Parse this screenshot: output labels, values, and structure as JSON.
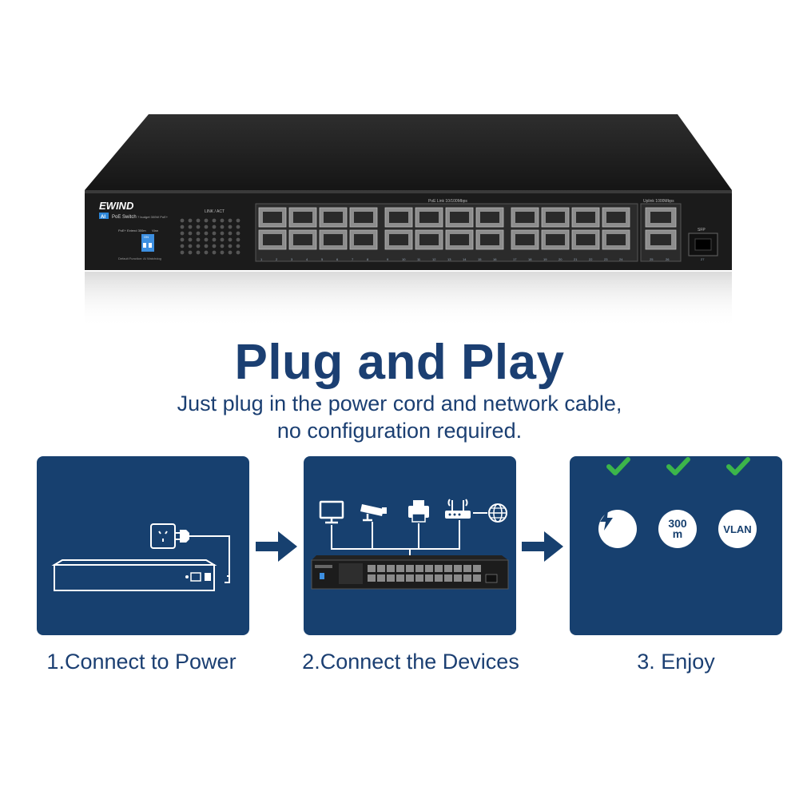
{
  "product": {
    "brand": "EWIND",
    "model_badge": "AI",
    "model_line": "PoE Switch",
    "budget_text": "? budget 300W PoE+",
    "switch_left_label": "PoE+  Extend 300m",
    "switch_right_label": "Vlan",
    "switch_on_label": "ON",
    "default_label": "Default Function: AI Watchdog",
    "led_header": "LINK / ACT",
    "poe_header": "PoE Link 10/100Mbps",
    "uplink_header": "Uplink 1000Mbps",
    "sfp_label": "SFP",
    "port_numbers": [
      "1",
      "2",
      "3",
      "4",
      "5",
      "6",
      "7",
      "8",
      "9",
      "10",
      "11",
      "12",
      "13",
      "14",
      "15",
      "16",
      "17",
      "18",
      "19",
      "20",
      "21",
      "22",
      "23",
      "24"
    ],
    "uplink_numbers": [
      "25",
      "26"
    ],
    "sfp_number": "27"
  },
  "heading": {
    "title": "Plug and Play",
    "subtitle_line1": "Just plug in the power cord and network cable,",
    "subtitle_line2": "no configuration required."
  },
  "steps": [
    {
      "caption": "1.Connect to Power"
    },
    {
      "caption": "2.Connect the Devices"
    },
    {
      "caption": "3. Enjoy"
    }
  ],
  "features": {
    "distance_top": "300",
    "distance_bottom": "m",
    "vlan": "VLAN"
  },
  "colors": {
    "brand_blue": "#17406f",
    "text_blue": "#1b3f72",
    "check_green": "#3cb54a",
    "switch_body": "#1c1c1c"
  },
  "icons": [
    "lightning-icon",
    "check-icon",
    "monitor-icon",
    "camera-icon",
    "printer-icon",
    "router-icon",
    "globe-icon",
    "power-socket-icon",
    "plug-icon",
    "arrow-right-icon"
  ]
}
